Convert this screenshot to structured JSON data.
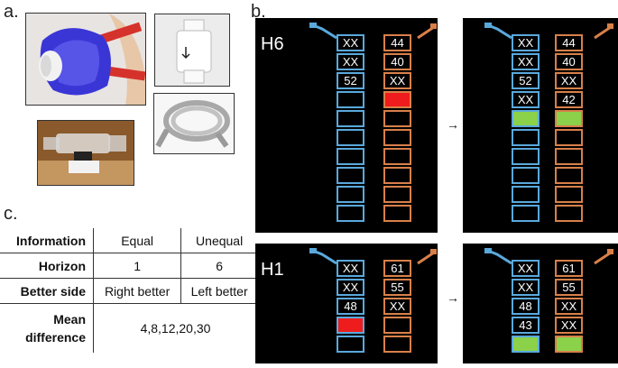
{
  "panel_labels": {
    "a": "a.",
    "b": "b.",
    "c": "c."
  },
  "table": {
    "rows": [
      {
        "header": "Information",
        "cells": [
          "Equal",
          "Unequal"
        ]
      },
      {
        "header": "Horizon",
        "cells": [
          "1",
          "6"
        ]
      },
      {
        "header": "Better side",
        "cells": [
          "Right better",
          "Left better"
        ]
      },
      {
        "header": "Mean difference",
        "cells": [
          "4,8,12,20,30"
        ]
      }
    ]
  },
  "screens": [
    {
      "id": "h6-before",
      "horizon_label": "H6",
      "left": [
        "XX",
        "XX",
        "52",
        "",
        "",
        "",
        "",
        "",
        "",
        ""
      ],
      "right": [
        "44",
        "40",
        "XX",
        "",
        "",
        "",
        "",
        "",
        "",
        ""
      ],
      "left_fill": {},
      "right_fill": {
        "3": "red"
      }
    },
    {
      "id": "h6-after",
      "horizon_label": "",
      "left": [
        "XX",
        "XX",
        "52",
        "XX",
        "",
        "",
        "",
        "",
        "",
        ""
      ],
      "right": [
        "44",
        "40",
        "XX",
        "42",
        "",
        "",
        "",
        "",
        "",
        ""
      ],
      "left_fill": {
        "4": "green"
      },
      "right_fill": {
        "4": "green"
      }
    },
    {
      "id": "h1-before",
      "horizon_label": "H1",
      "left": [
        "XX",
        "XX",
        "48",
        "",
        ""
      ],
      "right": [
        "61",
        "55",
        "XX",
        "",
        ""
      ],
      "left_fill": {
        "3": "red"
      },
      "right_fill": {}
    },
    {
      "id": "h1-after",
      "horizon_label": "",
      "left": [
        "XX",
        "XX",
        "48",
        "43",
        ""
      ],
      "right": [
        "61",
        "55",
        "XX",
        "XX",
        ""
      ],
      "left_fill": {
        "4": "green"
      },
      "right_fill": {
        "4": "green"
      }
    }
  ],
  "colors": {
    "blue": "#5aa9dc",
    "orange": "#d8804a",
    "red": "#ee1c1c",
    "green": "#8bd14a",
    "screen": "#000000"
  }
}
